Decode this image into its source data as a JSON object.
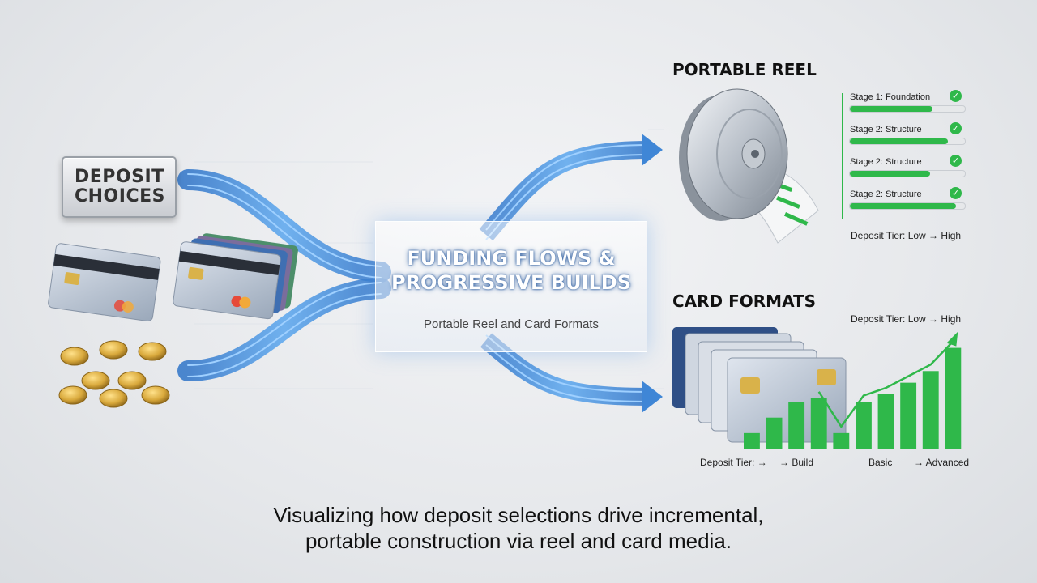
{
  "deposit": {
    "line1": "DEPOSIT",
    "line2": "CHOICES"
  },
  "center": {
    "title_line1": "FUNDING FLOWS &",
    "title_line2": "PROGRESSIVE BUILDS",
    "subtitle": "Portable Reel and Card Formats"
  },
  "reel": {
    "title": "PORTABLE REEL",
    "stages": [
      {
        "label": "Stage 1: Foundation",
        "progress": 0.72
      },
      {
        "label": "Stage 2: Structure",
        "progress": 0.85
      },
      {
        "label": "Stage 2: Structure",
        "progress": 0.7
      },
      {
        "label": "Stage 2: Structure",
        "progress": 0.92
      }
    ],
    "tier_label": "Deposit Tier: Low → High"
  },
  "cards": {
    "title": "CARD FORMATS",
    "tier_label": "Deposit Tier: Low → High",
    "axis_labels": {
      "left": "Deposit Tier: →",
      "build": "→ Build",
      "basic": "Basic",
      "advanced": "→ Advanced"
    }
  },
  "chart_data": {
    "type": "bar",
    "values": [
      2,
      4,
      6,
      6.5,
      2,
      6,
      7,
      8.5,
      10,
      13
    ],
    "ylim": [
      0,
      14
    ],
    "trend_line": true
  },
  "caption": {
    "line1": "Visualizing how deposit selections drive incremental,",
    "line2": "portable construction via reel and card media."
  },
  "colors": {
    "flow": "#3f86d6",
    "flow_glow": "#9fd0ff",
    "progress": "#2fb84a",
    "coin": "#d9a93c"
  }
}
